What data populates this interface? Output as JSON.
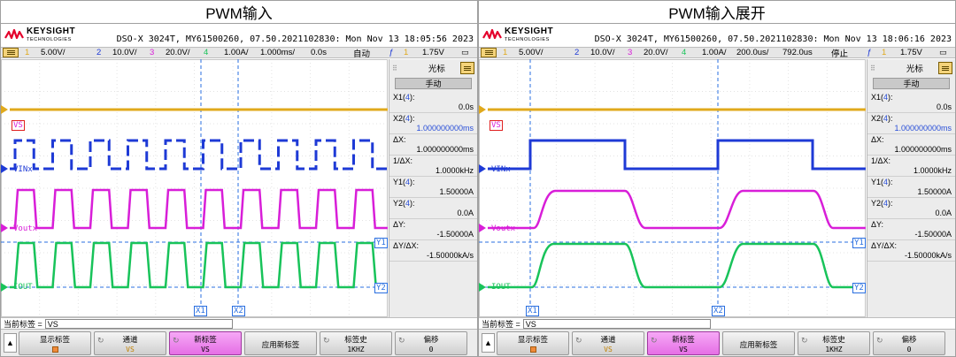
{
  "panels": [
    {
      "title": "PWM输入",
      "brand": "KEYSIGHT",
      "brand_sub": "TECHNOLOGIES",
      "model": "DSO-X 3024T, MY61500260, 07.50.2021102830: Mon Nov 13 18:05:56 2023",
      "ch_bar": {
        "ch1_num": "1",
        "ch1_scale": "5.00V/",
        "ch2_num": "2",
        "ch2_scale": "10.0V/",
        "ch3_num": "3",
        "ch3_scale": "20.0V/",
        "ch4_num": "4",
        "ch4_scale": "1.00A/",
        "timebase": "1.000ms/",
        "delay": "0.0s",
        "run_state": "自动",
        "trig_ch": "1",
        "trig_level": "1.75V"
      },
      "screen_labels": {
        "vs": "VS",
        "vinx": "VINx",
        "voutx": "Voutx",
        "iout": "IOUT",
        "x1": "X1",
        "x2": "X2",
        "y1": "Y1",
        "y2": "Y2"
      },
      "cursor_panel": {
        "title": "光标",
        "mode": "手动",
        "rows": [
          {
            "label_pre": "X1(",
            "label_ch": "4",
            "label_post": "):",
            "value": "0.0s",
            "blue": false
          },
          {
            "label_pre": "X2(",
            "label_ch": "4",
            "label_post": "):",
            "value": "1.000000000ms",
            "blue": true
          },
          {
            "label_pre": "ΔX:",
            "label_ch": "",
            "label_post": "",
            "value": "1.000000000ms",
            "blue": false
          },
          {
            "label_pre": "1/ΔX:",
            "label_ch": "",
            "label_post": "",
            "value": "1.0000kHz",
            "blue": false
          },
          {
            "label_pre": "Y1(",
            "label_ch": "4",
            "label_post": "):",
            "value": "1.50000A",
            "blue": false
          },
          {
            "label_pre": "Y2(",
            "label_ch": "4",
            "label_post": "):",
            "value": "0.0A",
            "blue": false
          },
          {
            "label_pre": "ΔY:",
            "label_ch": "",
            "label_post": "",
            "value": "-1.50000A",
            "blue": false
          },
          {
            "label_pre": "ΔY/ΔX:",
            "label_ch": "",
            "label_post": "",
            "value": "-1.50000kA/s",
            "blue": false
          }
        ]
      },
      "status": {
        "label": "当前标签 =",
        "value": "VS"
      },
      "softkeys": {
        "k1": "显示标签",
        "k2": "通道",
        "k2v": "VS",
        "k3": "新标签",
        "k3v": "VS",
        "k4": "应用新标签",
        "k5": "标签史",
        "k5v": "1KHZ",
        "k6": "偏移",
        "k6v": "0"
      }
    },
    {
      "title": "PWM输入展开",
      "brand": "KEYSIGHT",
      "brand_sub": "TECHNOLOGIES",
      "model": "DSO-X 3024T, MY61500260, 07.50.2021102830: Mon Nov 13 18:06:16 2023",
      "ch_bar": {
        "ch1_num": "1",
        "ch1_scale": "5.00V/",
        "ch2_num": "2",
        "ch2_scale": "10.0V/",
        "ch3_num": "3",
        "ch3_scale": "20.0V/",
        "ch4_num": "4",
        "ch4_scale": "1.00A/",
        "timebase": "200.0us/",
        "delay": "792.0us",
        "run_state": "停止",
        "trig_ch": "1",
        "trig_level": "1.75V"
      },
      "screen_labels": {
        "vs": "VS",
        "vinx": "VINx",
        "voutx": "Voutx",
        "iout": "IOUT",
        "x1": "X1",
        "x2": "X2",
        "y1": "Y1",
        "y2": "Y2"
      },
      "cursor_panel": {
        "title": "光标",
        "mode": "手动",
        "rows": [
          {
            "label_pre": "X1(",
            "label_ch": "4",
            "label_post": "):",
            "value": "0.0s",
            "blue": false
          },
          {
            "label_pre": "X2(",
            "label_ch": "4",
            "label_post": "):",
            "value": "1.000000000ms",
            "blue": true
          },
          {
            "label_pre": "ΔX:",
            "label_ch": "",
            "label_post": "",
            "value": "1.000000000ms",
            "blue": false
          },
          {
            "label_pre": "1/ΔX:",
            "label_ch": "",
            "label_post": "",
            "value": "1.0000kHz",
            "blue": false
          },
          {
            "label_pre": "Y1(",
            "label_ch": "4",
            "label_post": "):",
            "value": "1.50000A",
            "blue": false
          },
          {
            "label_pre": "Y2(",
            "label_ch": "4",
            "label_post": "):",
            "value": "0.0A",
            "blue": false
          },
          {
            "label_pre": "ΔY:",
            "label_ch": "",
            "label_post": "",
            "value": "-1.50000A",
            "blue": false
          },
          {
            "label_pre": "ΔY/ΔX:",
            "label_ch": "",
            "label_post": "",
            "value": "-1.50000kA/s",
            "blue": false
          }
        ]
      },
      "status": {
        "label": "当前标签 =",
        "value": "VS"
      },
      "softkeys": {
        "k1": "显示标签",
        "k2": "通道",
        "k2v": "VS",
        "k3": "新标签",
        "k3v": "VS",
        "k4": "应用新标签",
        "k5": "标签史",
        "k5v": "1KHZ",
        "k6": "偏移",
        "k6v": "0"
      }
    }
  ],
  "colors": {
    "ch1": "#e0a91c",
    "ch2": "#1e3ad6",
    "ch3": "#d81ed8",
    "ch4": "#18c35a",
    "cursor": "#2a6fe0",
    "brand_red": "#e4002b"
  }
}
